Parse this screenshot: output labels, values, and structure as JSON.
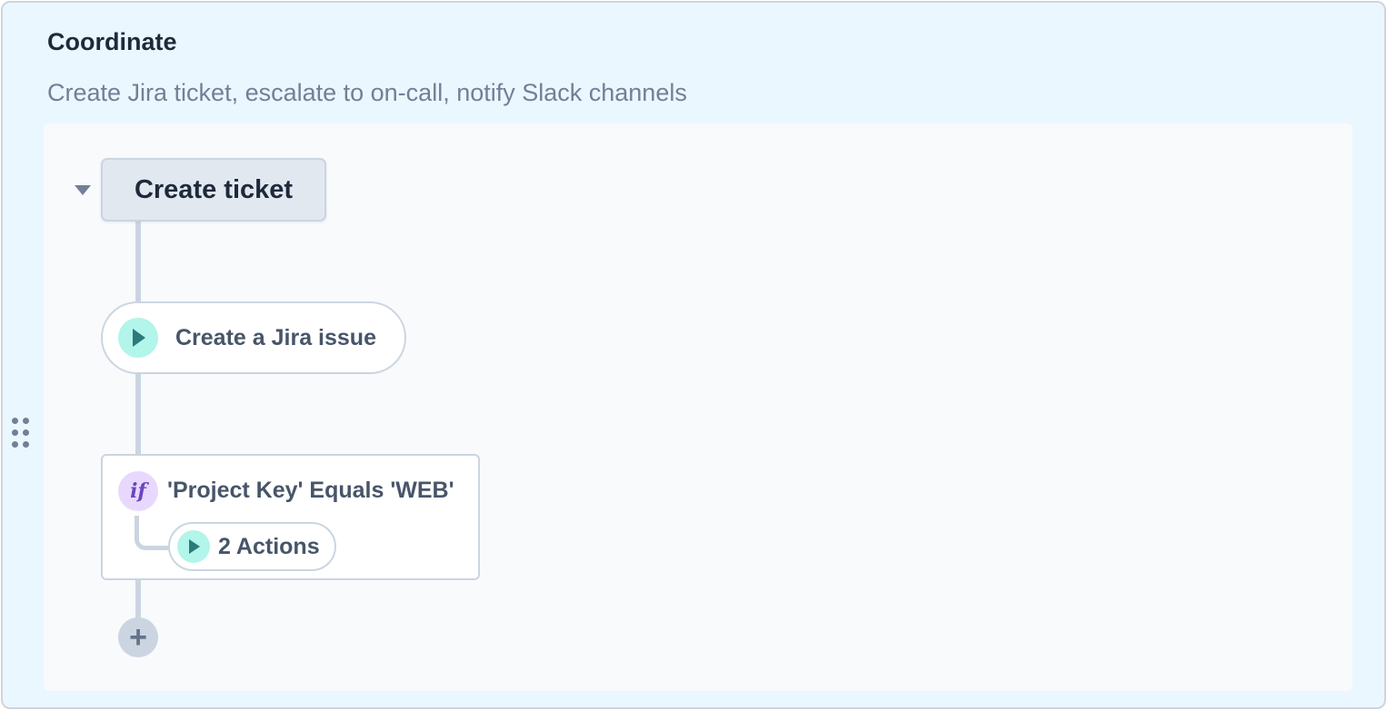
{
  "section": {
    "title": "Coordinate",
    "description": "Create Jira ticket, escalate to on-call, notify Slack channels"
  },
  "workflow": {
    "group_label": "Create ticket",
    "steps": [
      {
        "type": "action",
        "label": "Create a Jira issue",
        "icon": "play-icon"
      }
    ],
    "condition": {
      "icon_text": "if",
      "label": "'Project Key' Equals 'WEB'",
      "actions_label": "2 Actions"
    },
    "add_icon": "+"
  },
  "colors": {
    "action_icon_bg": "#b2f5ea",
    "action_icon": "#2c7a7b",
    "if_icon_bg": "#e9d8fd",
    "if_icon": "#6b46c1"
  }
}
